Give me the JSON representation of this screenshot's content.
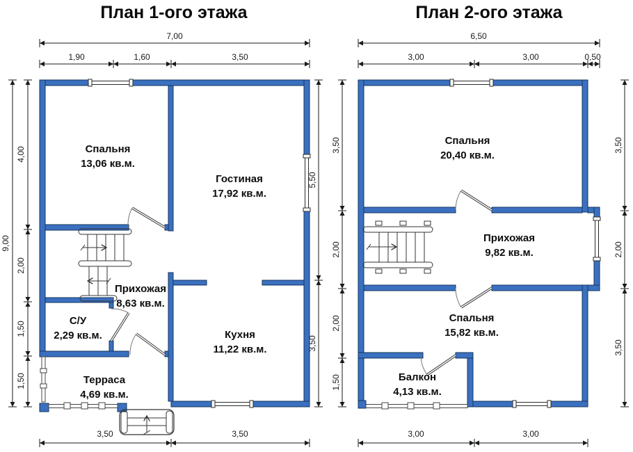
{
  "colors": {
    "wall_fill": "#3B70C0",
    "wall_outline": "#16365C",
    "dimension_lines": "#1a1a1a",
    "background": "#ffffff"
  },
  "units_label": "кв.м.",
  "floor1": {
    "title": "План 1-ого этажа",
    "rooms": [
      {
        "name": "Спальня",
        "area": "13,06 кв.м."
      },
      {
        "name": "Гостиная",
        "area": "17,92 кв.м."
      },
      {
        "name": "Прихожая",
        "area": "8,63 кв.м."
      },
      {
        "name": "С/У",
        "area": "2,29 кв.м."
      },
      {
        "name": "Кухня",
        "area": "11,22 кв.м."
      },
      {
        "name": "Терраса",
        "area": "4,69 кв.м."
      }
    ],
    "dims": {
      "top_total": "7,00",
      "top_segments": [
        "1,90",
        "1,60",
        "3,50"
      ],
      "left_total": "9,00",
      "left_segments": [
        "4,00",
        "2,00",
        "1,50",
        "1,50"
      ],
      "right_segments": [
        "5,50",
        "3,50"
      ],
      "bottom_segments": [
        "3,50",
        "3,50"
      ]
    }
  },
  "floor2": {
    "title": "План 2-ого этажа",
    "rooms": [
      {
        "name": "Спальня",
        "area": "20,40 кв.м."
      },
      {
        "name": "Прихожая",
        "area": "9,82 кв.м."
      },
      {
        "name": "Спальня",
        "area": "15,82 кв.м."
      },
      {
        "name": "Балкон",
        "area": "4,13 кв.м."
      }
    ],
    "dims": {
      "top_total": "6,50",
      "top_segments": [
        "3,00",
        "3,00",
        "0,50"
      ],
      "left_segments": [
        "3,50",
        "2,00",
        "2,00",
        "1,50"
      ],
      "right_segments": [
        "3,50",
        "2,00",
        "3,50"
      ],
      "bottom_segments": [
        "3,00",
        "3,00"
      ]
    }
  }
}
